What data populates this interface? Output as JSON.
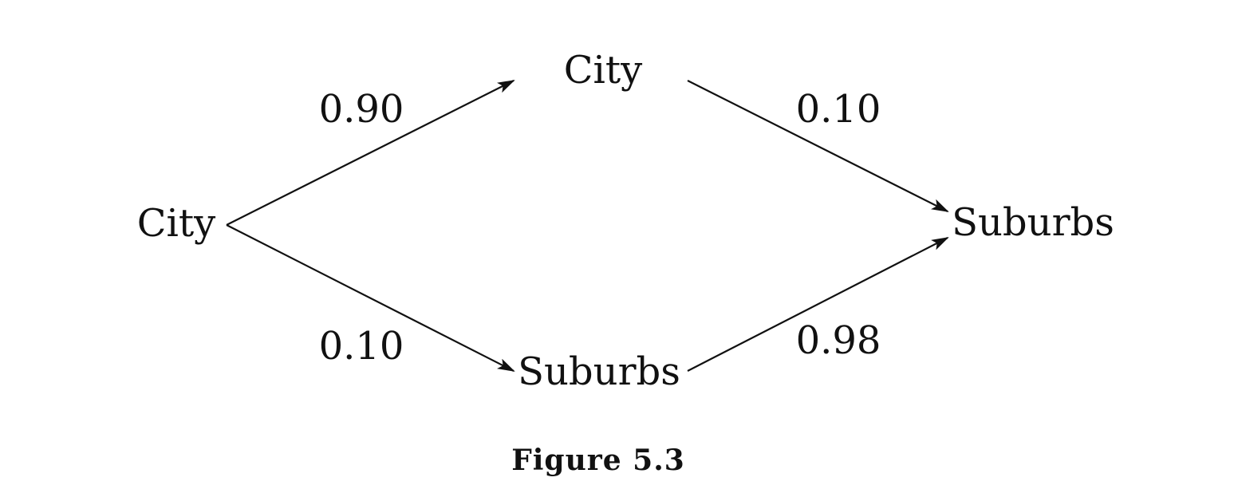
{
  "nodes": {
    "root": "City",
    "mid_top": "City",
    "mid_bottom": "Suburbs",
    "end": "Suburbs"
  },
  "edges": {
    "root_to_mid_top": "0.90",
    "root_to_mid_bottom": "0.10",
    "mid_top_to_end": "0.10",
    "mid_bottom_to_end": "0.98"
  },
  "caption": "Figure 5.3",
  "colors": {
    "ink": "#111111",
    "background": "#ffffff"
  }
}
